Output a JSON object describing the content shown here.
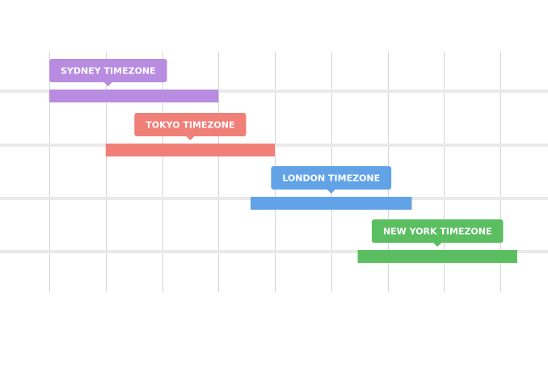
{
  "chart_data": {
    "type": "bar",
    "orientation": "horizontal-range",
    "title": "",
    "xlabel": "",
    "ylabel": "",
    "grid": true,
    "x_divisions": 8,
    "xlim": [
      0,
      8.3
    ],
    "series": [
      {
        "name": "SYDNEY TIMEZONE",
        "start": 0,
        "end": 3,
        "color": "#b88ce0"
      },
      {
        "name": "TOKYO TIMEZONE",
        "start": 1,
        "end": 4,
        "color": "#f07f78"
      },
      {
        "name": "LONDON TIMEZONE",
        "start": 3.57,
        "end": 6.43,
        "color": "#62a3e8"
      },
      {
        "name": "NEW YORK TIMEZONE",
        "start": 5.47,
        "end": 8.3,
        "color": "#5bbf62"
      }
    ]
  }
}
